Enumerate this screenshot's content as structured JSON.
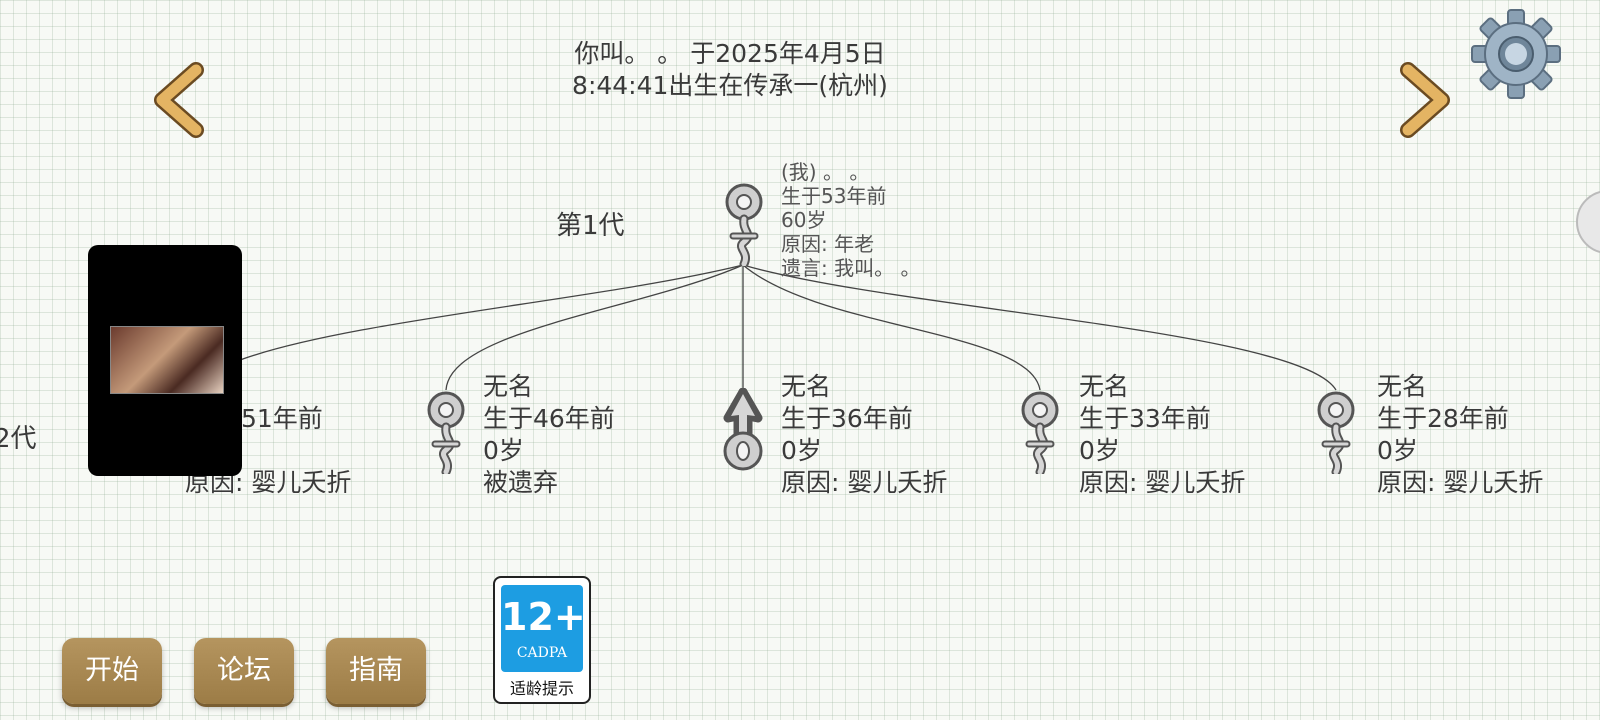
{
  "header": {
    "line1": "你叫。 。 于2025年4月5日",
    "line2": "8:44:41出生在传承一(杭州)"
  },
  "icons": {
    "prev": "chevron-left-icon",
    "next": "chevron-right-icon",
    "settings": "gear-icon",
    "female": "female-symbol-icon",
    "male": "male-symbol-icon"
  },
  "generations": {
    "gen1": "第1代",
    "gen2_partial": "2代"
  },
  "me": {
    "name": "(我) 。 。",
    "born": "生于53年前",
    "age": "60岁",
    "cause": "原因:  年老",
    "will": "遗言:  我叫。 。"
  },
  "children": [
    {
      "name": "",
      "born": "51年前",
      "age": "",
      "cause": "原因:  婴儿夭折"
    },
    {
      "name": "无名",
      "born": "生于46年前",
      "age": "0岁",
      "cause": "被遗弃"
    },
    {
      "name": "无名",
      "born": "生于36年前",
      "age": "0岁",
      "cause": "原因:  婴儿夭折"
    },
    {
      "name": "无名",
      "born": "生于33年前",
      "age": "0岁",
      "cause": "原因:  婴儿夭折"
    },
    {
      "name": "无名",
      "born": "生于28年前",
      "age": "0岁",
      "cause": "原因:  婴儿夭折"
    }
  ],
  "buttons": {
    "start": "开始",
    "forum": "论坛",
    "guide": "指南"
  },
  "age_rating": {
    "number": "12+",
    "org": "CADPA",
    "caption": "适龄提示"
  },
  "colors": {
    "button": "#a8884f",
    "badge": "#1d9de2",
    "arrow": "#e2b060"
  }
}
